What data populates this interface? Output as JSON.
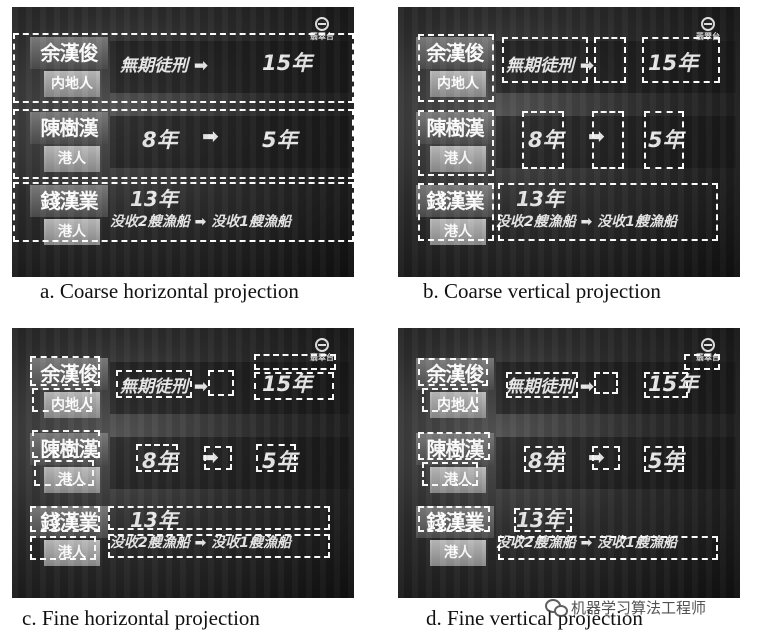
{
  "subtitle_rows": [
    {
      "name": "余漢俊",
      "origin": "内地人",
      "sentence": "無期徒刑",
      "arrow": "➡",
      "to": "15年"
    },
    {
      "name": "陳樹漢",
      "origin": "港人",
      "from": "8年",
      "arrow": "➡",
      "to": "5年"
    },
    {
      "name": "錢漢業",
      "origin": "港人",
      "years": "13年",
      "confiscation": "没收2艘漁船 ➡ 没收1艘漁船"
    }
  ],
  "logo_text": "翡翠台",
  "captions": {
    "a": "a. Coarse horizontal projection",
    "b": "b. Coarse vertical projection",
    "c": "c. Fine horizontal projection",
    "d": "d. Fine vertical projection"
  },
  "watermark": {
    "text": "机器学习算法工程师",
    "icon": "wechat-icon"
  },
  "colors": {
    "box_outline": "#ffffff",
    "frame_background": "#2a2a2a",
    "caption_text": "#111111"
  }
}
